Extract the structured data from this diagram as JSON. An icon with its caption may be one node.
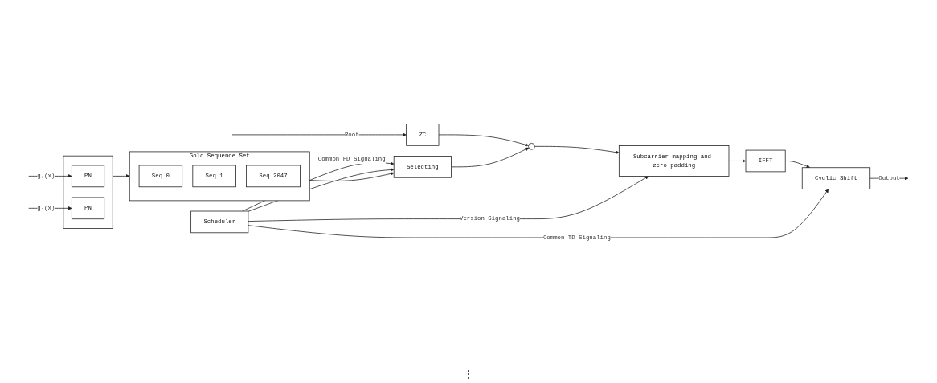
{
  "diagram": {
    "nodes": [
      {
        "text": [
          "ZC"
        ]
      },
      {
        "text": [],
        "shape": "box"
      },
      {
        "text": [
          "PN"
        ],
        "in": 1
      },
      {
        "text": [
          "PN"
        ],
        "in": 1
      },
      {
        "text": [
          "Gold Sequence Set"
        ]
      },
      {
        "text": [
          "Seq 0"
        ],
        "in": 4
      },
      {
        "text": [
          "Seq 1"
        ],
        "in": 4
      },
      {
        "text": [
          "Seq 2047"
        ],
        "in": 4
      },
      {
        "text": [
          "Selecting"
        ]
      },
      {
        "text": [],
        "shape": "circle"
      },
      {
        "text": [
          "Subcarrier mapping and zero padding"
        ]
      },
      {
        "text": [
          "IFFT"
        ]
      },
      {
        "text": [
          "Cyclic Shift"
        ]
      },
      {
        "text": [
          "Scheduler"
        ]
      }
    ],
    "edges": [
      {
        "from": null,
        "to": 0,
        "arrow": "to",
        "label": "Root"
      },
      {
        "from": null,
        "to": 2,
        "arrow": "to",
        "label": "g₁(x)"
      },
      {
        "from": null,
        "to": 3,
        "arrow": "to",
        "label": "g₂(x)"
      },
      {
        "from": 1,
        "to": 4,
        "arrow": "to"
      },
      {
        "from": 4,
        "to": 8,
        "arrow": "to"
      },
      {
        "from": 0,
        "to": 9,
        "arrow": "to"
      },
      {
        "from": 8,
        "to": 9,
        "arrow": "to"
      },
      {
        "from": 9,
        "to": 10,
        "arrow": "to"
      },
      {
        "from": 10,
        "to": 11,
        "arrow": "to"
      },
      {
        "from": 11,
        "to": 12,
        "arrow": "to"
      },
      {
        "from": 12,
        "to": null,
        "arrow": "to",
        "label": "Output"
      },
      {
        "from": 13,
        "to": 8,
        "arrow": "to",
        "label": "Common FD Signaling"
      },
      {
        "from": 13,
        "to": 8,
        "arrow": "to"
      },
      {
        "from": 13,
        "to": 10,
        "arrow": "to",
        "label": "Version Signaling"
      },
      {
        "from": 13,
        "to": 12,
        "arrow": "to",
        "label": "Common TD Signaling"
      }
    ],
    "labels": [
      "⋮"
    ]
  }
}
